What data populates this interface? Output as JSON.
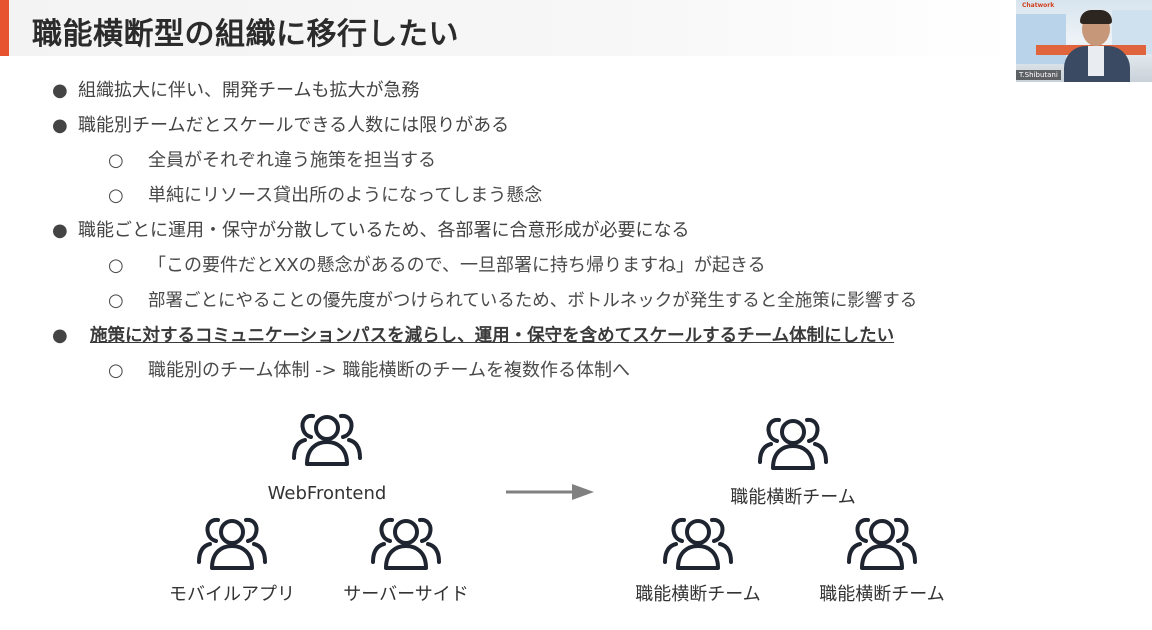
{
  "slide": {
    "title": "職能横断型の組織に移行したい",
    "bullets": [
      {
        "level": 1,
        "text": "組織拡大に伴い、開発チームも拡大が急務",
        "bold": false
      },
      {
        "level": 1,
        "text": "職能別チームだとスケールできる人数には限りがある",
        "bold": false
      },
      {
        "level": 2,
        "text": "全員がそれぞれ違う施策を担当する",
        "bold": false
      },
      {
        "level": 2,
        "text": "単純にリソース貸出所のようになってしまう懸念",
        "bold": false
      },
      {
        "level": 1,
        "text": "職能ごとに運用・保守が分散しているため、各部署に合意形成が必要になる",
        "bold": false
      },
      {
        "level": 2,
        "text": "「この要件だとXXの懸念があるので、一旦部署に持ち帰りますね」が起きる",
        "bold": false
      },
      {
        "level": 2,
        "text": "部署ごとにやることの優先度がつけられているため、ボトルネックが発生すると全施策に影響する",
        "bold": false
      },
      {
        "level": 1,
        "text": "施策に対するコミュニケーションパスを減らし、運用・保守を含めてスケールするチーム体制にしたい",
        "bold": true
      },
      {
        "level": 2,
        "text": "職能別のチーム体制 -> 職能横断のチームを複数作る体制へ",
        "bold": false
      }
    ],
    "bullet_marks": {
      "level1": "●",
      "level2": "○"
    }
  },
  "diagram": {
    "before": {
      "top_team": "WebFrontend",
      "bottom_left_team": "モバイルアプリ",
      "bottom_right_team": "サーバーサイド"
    },
    "after": {
      "top_team": "職能横断チーム",
      "bottom_left_team": "職能横断チーム",
      "bottom_right_team": "職能横断チーム"
    },
    "icon": "people-group-icon",
    "arrow_color": "#808080",
    "icon_color": "#1f2530"
  },
  "video": {
    "logo": "Chatwork",
    "name": "T.Shibutani"
  },
  "colors": {
    "accent": "#e8532f",
    "title_bg": "#f3f3f3"
  }
}
